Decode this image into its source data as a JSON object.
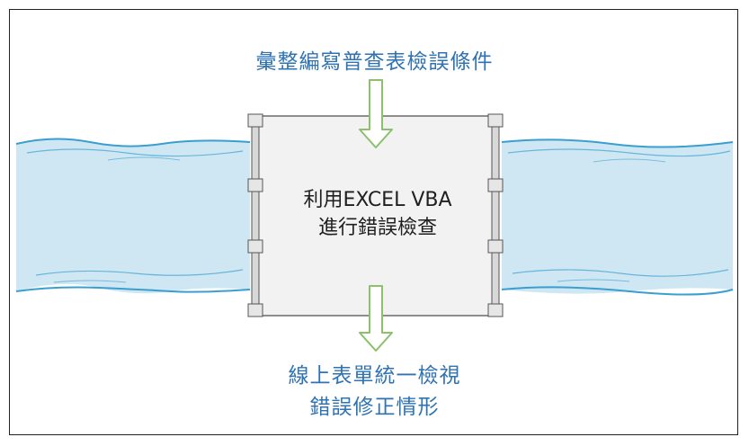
{
  "input_label": "彙整編寫普查表檢誤條件",
  "process_label": {
    "line1": "利用EXCEL VBA",
    "line2": "進行錯誤檢查"
  },
  "output_label": {
    "line1": "線上表單統一檢視",
    "line2": "錯誤修正情形"
  },
  "colors": {
    "water_fill": "#cfe7f3",
    "water_line": "#3a9fd0",
    "arrow_stroke": "#8cc06b",
    "gate_fill": "#f2f2f2",
    "text_blue": "#2f73b3"
  }
}
